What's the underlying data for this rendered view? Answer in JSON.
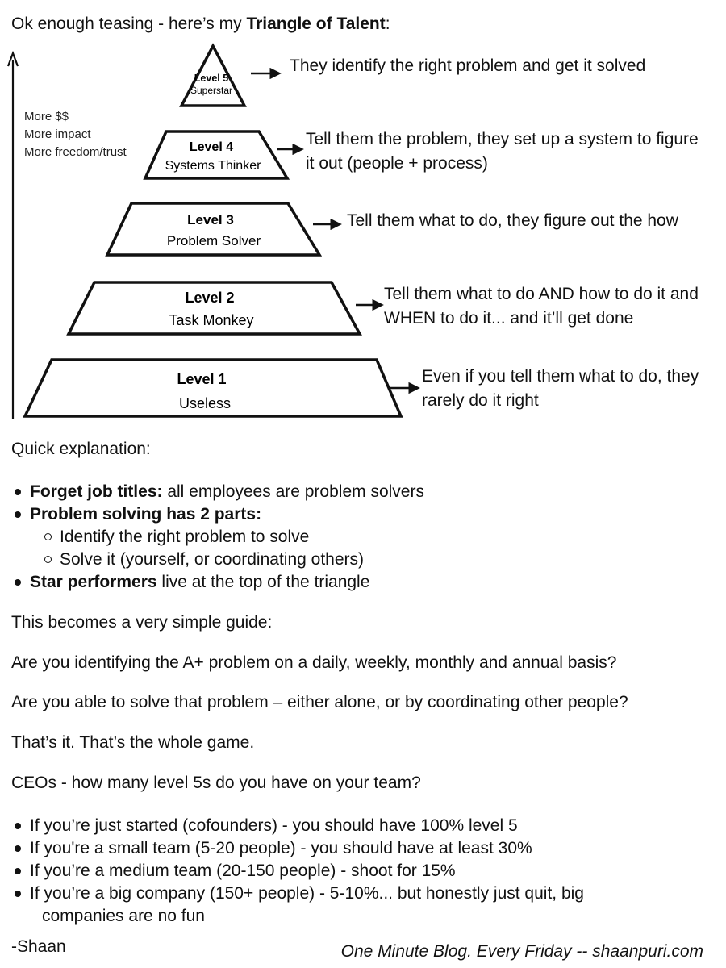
{
  "intro": {
    "prefix": "Ok enough teasing - here’s my ",
    "bold": "Triangle of Talent",
    "suffix": ":"
  },
  "side_labels": [
    "More $$",
    "More impact",
    "More freedom/trust"
  ],
  "levels": [
    {
      "level": "Level 5",
      "name": "Superstar",
      "description": "They identify the right problem and get it solved"
    },
    {
      "level": "Level 4",
      "name": "Systems Thinker",
      "description": "Tell them the problem, they set up a system to figure it out (people + process)"
    },
    {
      "level": "Level 3",
      "name": "Problem Solver",
      "description": "Tell them what to do, they figure out the how"
    },
    {
      "level": "Level 2",
      "name": "Task Monkey",
      "description": "Tell them what to do AND how to do it and WHEN to do it... and it’ll get done"
    },
    {
      "level": "Level 1",
      "name": "Useless",
      "description": "Even if you tell them what to do, they rarely do it right"
    }
  ],
  "explanation": {
    "heading": "Quick explanation:",
    "b1_bold": "Forget job titles:",
    "b1_rest": " all employees are problem solvers",
    "b2_bold": "Problem solving has 2 parts:",
    "sub1": "Identify the right problem to solve",
    "sub2": "Solve it (yourself, or coordinating others)",
    "b3_bold": "Star performers",
    "b3_rest": " live at the top of the triangle"
  },
  "paragraphs": {
    "p1": "This becomes a very simple guide:",
    "p2": "Are you identifying the A+ problem on a daily, weekly, monthly and annual basis?",
    "p3": "Are you able to solve that problem – either alone, or by coordinating other people?",
    "p4": "That’s it. That’s the whole game.",
    "p5": "CEOs - how many level 5s do you have on your team?"
  },
  "team_bullets": [
    "If you’re just started (cofounders) - you should have 100% level 5",
    "If you're a small team (5-20 people) - you should have at least 30%",
    "If you’re a medium team (20-150 people) - shoot for 15%",
    "If you’re a big company (150+ people) - 5-10%... but honestly just quit, big",
    "companies are no fun"
  ],
  "signature": "-Shaan",
  "footer": "One Minute Blog. Every Friday -- shaanpuri.com"
}
